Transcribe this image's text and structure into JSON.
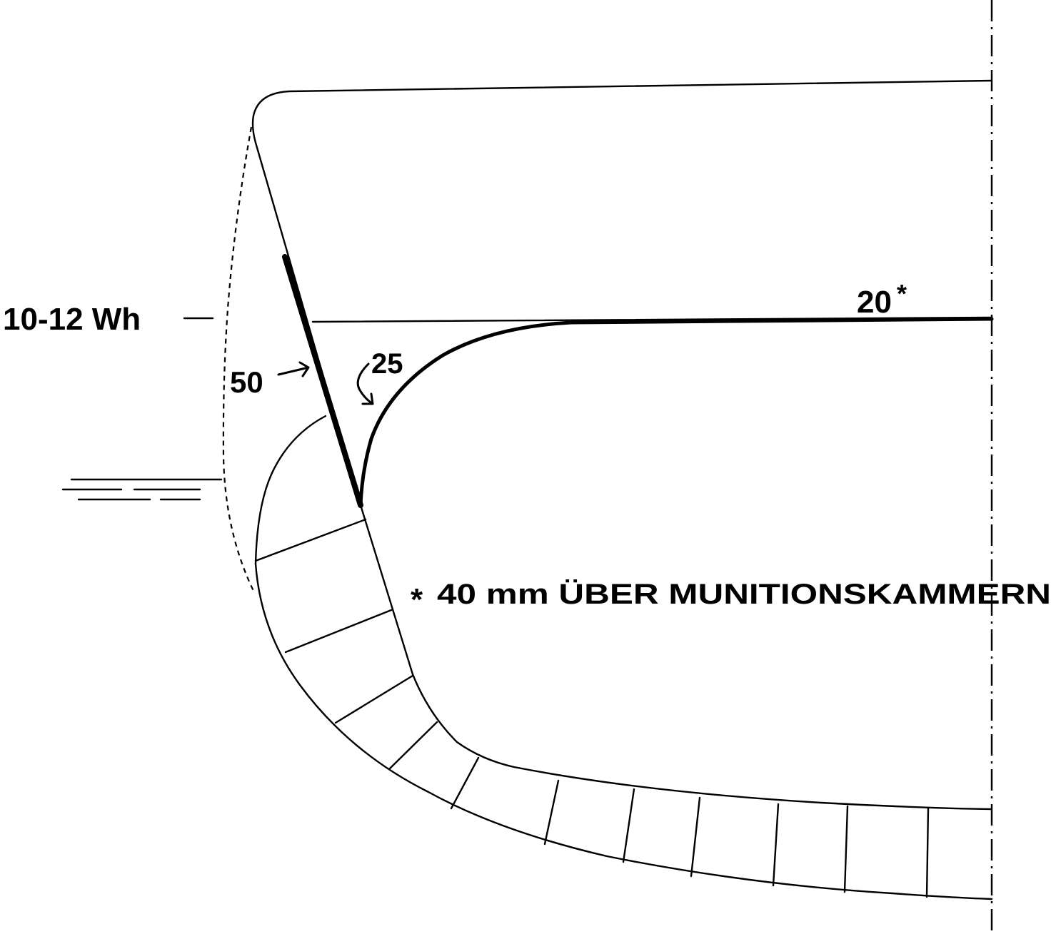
{
  "labels": {
    "waterline_belt": "10-12 Wh",
    "belt_thickness": "50",
    "slope_thickness": "25",
    "deck_thickness": "20",
    "deck_footnote_mark": "*",
    "footnote_mark": "*",
    "footnote_text": "40 mm ÜBER MUNITIONSKAMMERN"
  }
}
